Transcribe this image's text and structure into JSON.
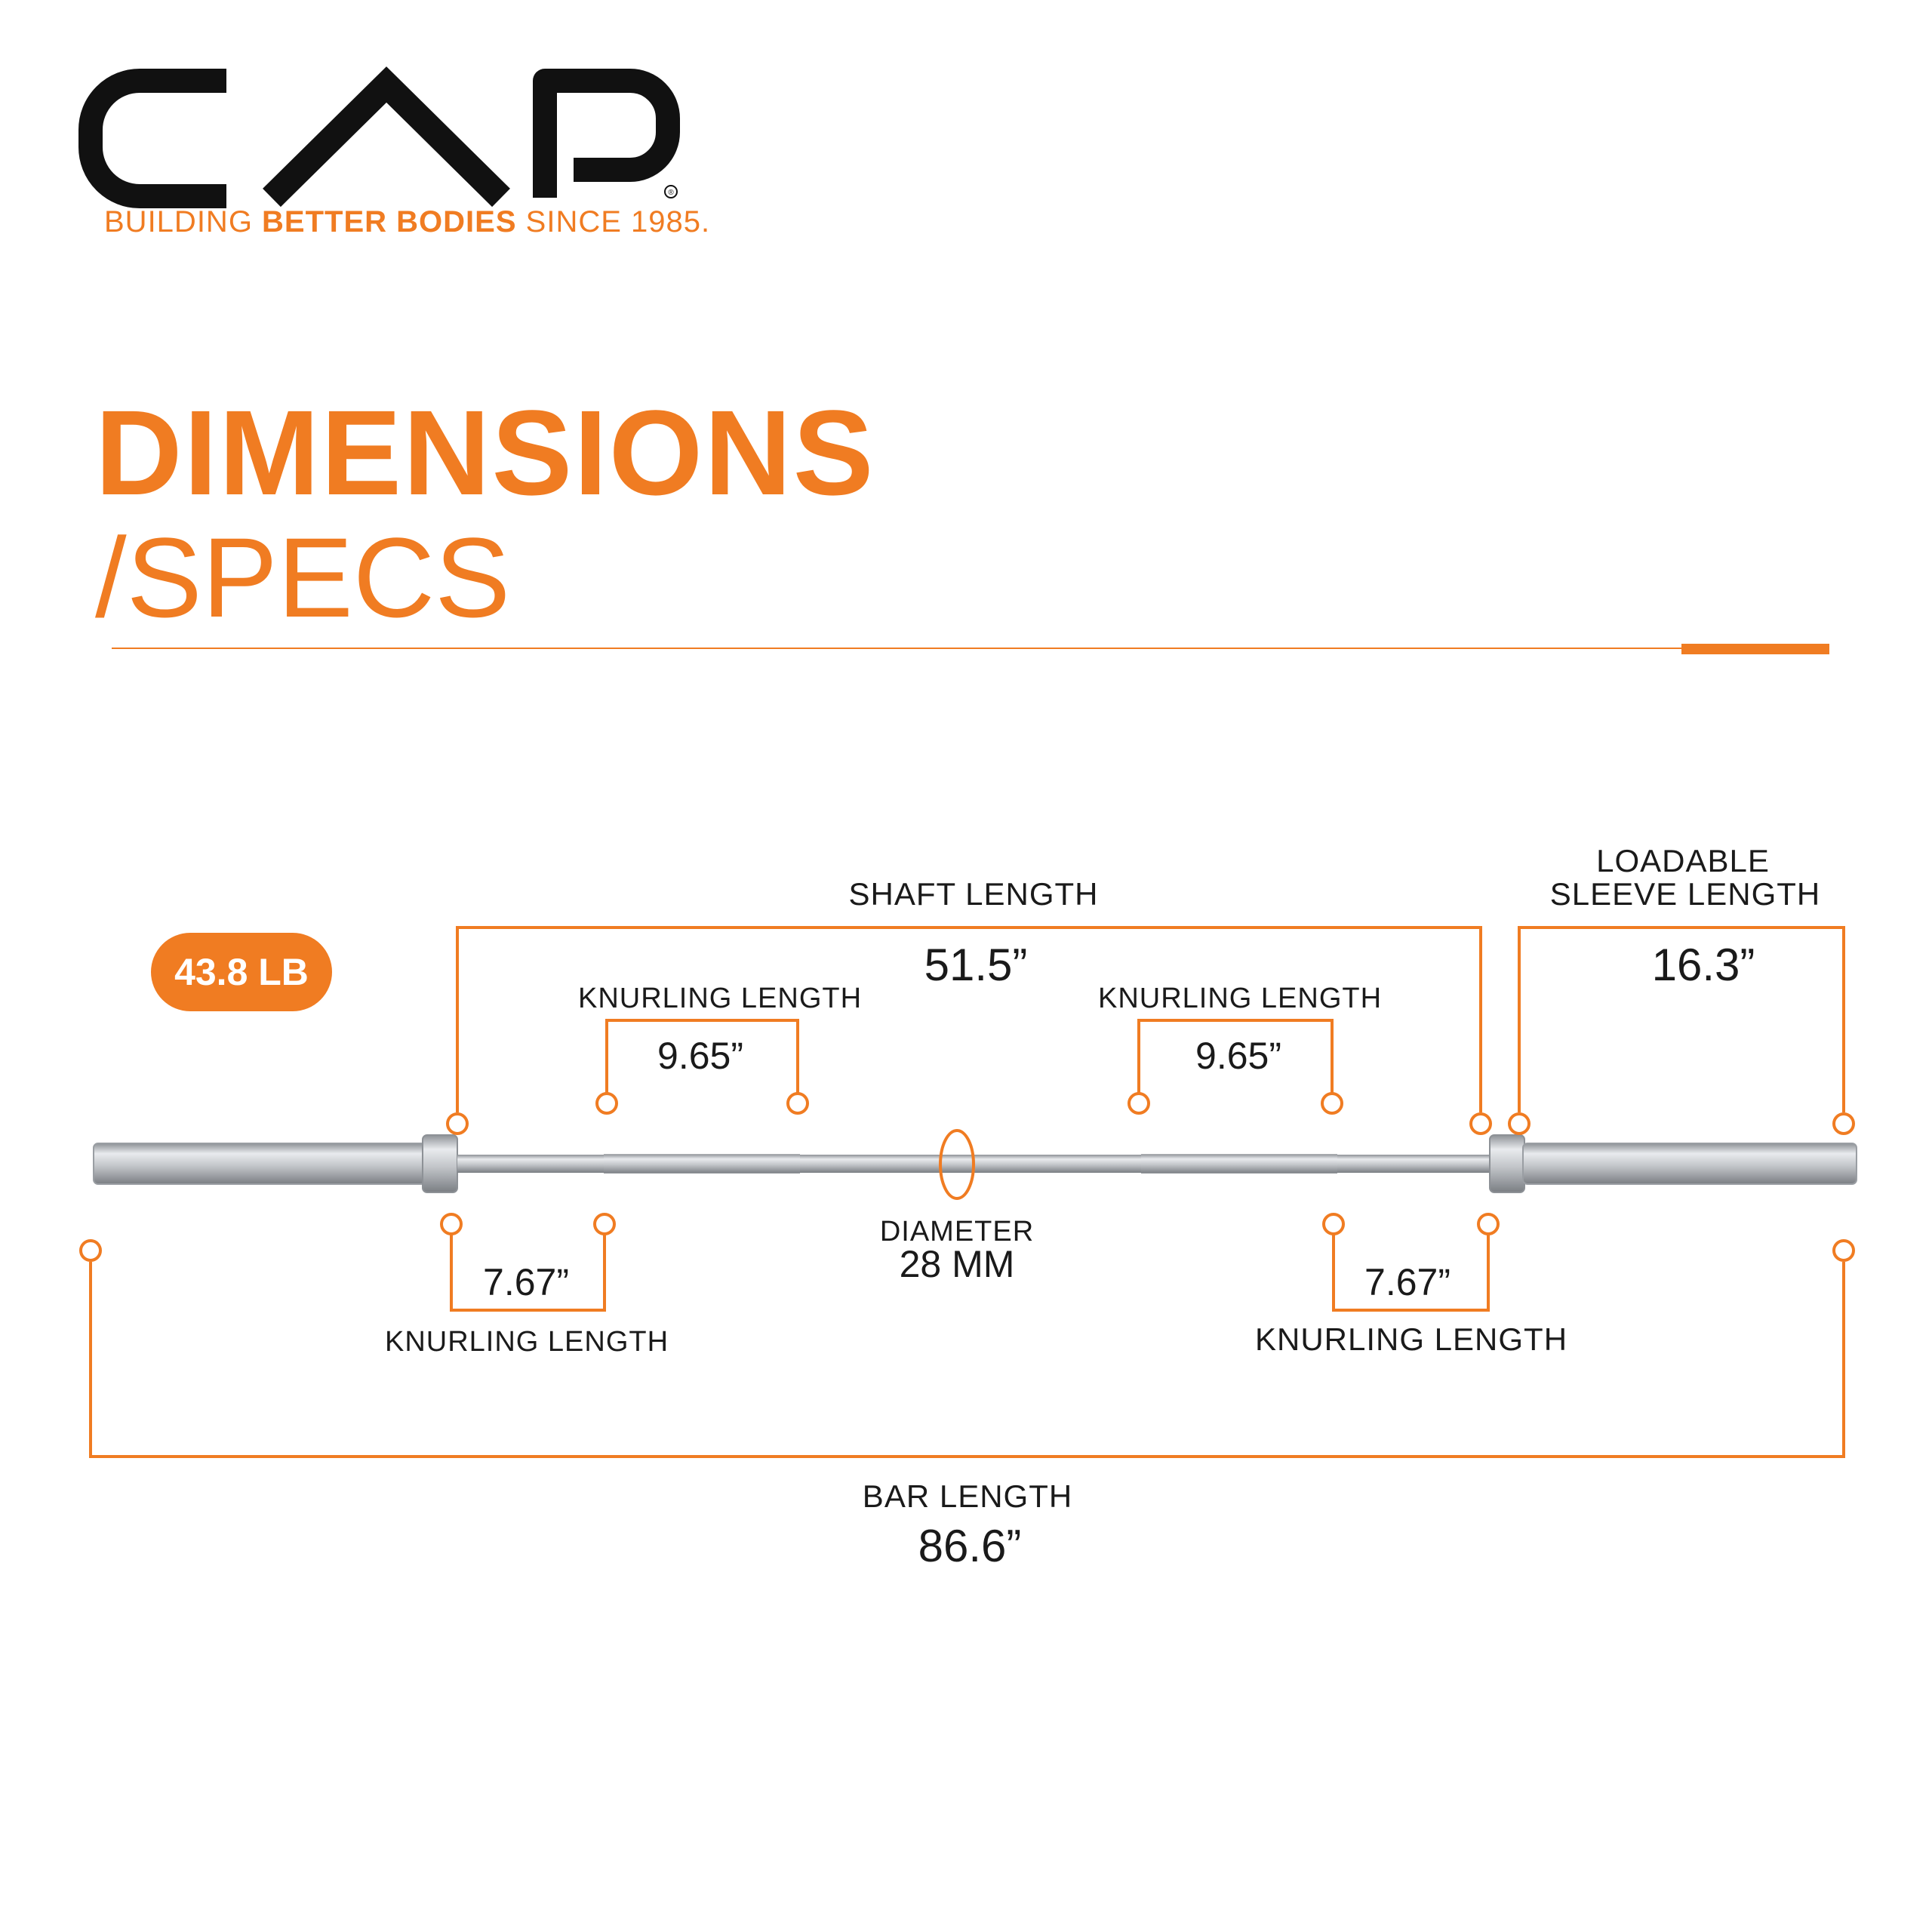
{
  "brand": {
    "logo_text": "CAP",
    "registered_mark": "®",
    "tagline_start": "BUILDING ",
    "tagline_bold": "BETTER BODIES",
    "tagline_end": " SINCE 1985."
  },
  "heading": {
    "title": "DIMENSIONS",
    "subtitle": "/SPECS"
  },
  "weight": "43.8 LB",
  "specs": {
    "shaft_length": {
      "label": "SHAFT LENGTH",
      "value": "51.5”"
    },
    "sleeve_length": {
      "label_line1": "LOADABLE",
      "label_line2": "SLEEVE  LENGTH",
      "value": "16.3”"
    },
    "knurling_top_left": {
      "label": "KNURLING LENGTH",
      "value": "9.65”"
    },
    "knurling_top_right": {
      "label": "KNURLING LENGTH",
      "value": "9.65”"
    },
    "knurling_bottom_left": {
      "label": "KNURLING LENGTH",
      "value": "7.67”"
    },
    "knurling_bottom_right": {
      "label": "KNURLING LENGTH",
      "value": "7.67”"
    },
    "diameter": {
      "label": "DIAMETER",
      "value": "28 MM"
    },
    "bar_length": {
      "label": "BAR LENGTH",
      "value": "86.6”"
    }
  },
  "colors": {
    "accent": "#f07c22",
    "text": "#1a1a1a",
    "steel": "#c9ccd0"
  }
}
